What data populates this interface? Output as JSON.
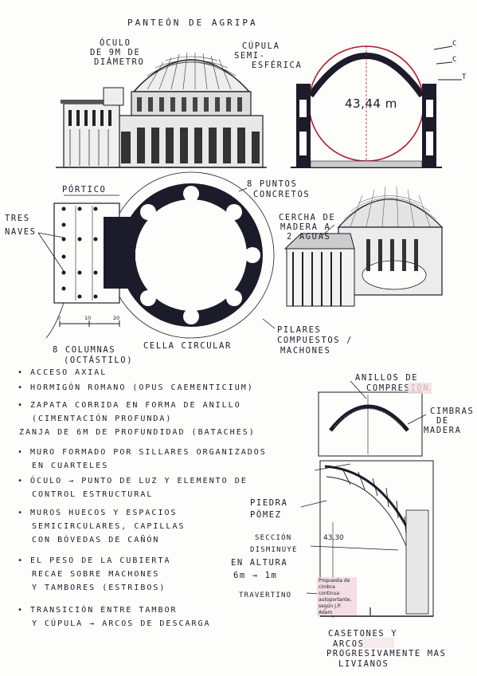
{
  "title": "PANTEÓN DE AGRIPA",
  "top_labels": {
    "oculo": [
      "ÓCULO",
      "DE 9m DE",
      "DIÁMETRO"
    ],
    "cupula": [
      "CÚPULA",
      "SEMI-",
      "ESFÉRICA"
    ],
    "diameter": "43,44 m",
    "letters": [
      "C",
      "C",
      "T"
    ]
  },
  "middle_labels": {
    "portico": "PÓRTICO",
    "tres_naves": [
      "TRES",
      "NAVES"
    ],
    "puntos": [
      "8 PUNTOS",
      "CONCRETOS"
    ],
    "cercha": [
      "CERCHA DE",
      "MADERA A",
      "2 AGUAS"
    ],
    "columnas": [
      "8 COLUMNAS",
      "(OCTÁSTILO)"
    ],
    "cella": "CELLA CIRCULAR",
    "pilares": [
      "PILARES",
      "COMPUESTOS /",
      "MACHONES"
    ],
    "scale": [
      "0",
      "10",
      "20"
    ]
  },
  "notes": [
    [
      "• ACCESO AXIAL"
    ],
    [
      "• HORMIGÓN ROMANO (OPUS CAEMENTICIUM)"
    ],
    [
      "• ZAPATA CORRIDA EN FORMA DE ANILLO",
      "(CIMENTACIÓN PROFUNDA)",
      "ZANJA DE 6M DE PROFUNDIDAD (BATACHES)"
    ],
    [
      "• MURO FORMADO POR SILLARES ORGANIZADOS",
      "EN CUARTELES"
    ],
    [
      "• ÓCULO → PUNTO DE LUZ Y ELEMENTO DE",
      "CONTROL ESTRUCTURAL"
    ],
    [
      "• MUROS HUECOS Y ESPACIOS",
      "SEMICIRCULARES, CAPILLAS",
      "CON BÓVEDAS DE CAÑÓN"
    ],
    [
      "• EL PESO DE LA CUBIERTA",
      "RECAE SOBRE MACHONES",
      "Y TAMBORES (ESTRIBOS)"
    ],
    [
      "• TRANSICIÓN ENTRE TAMBOR",
      "Y CÚPULA → ARCOS DE DESCARGA"
    ]
  ],
  "right_labels": {
    "anillos": [
      "ANILLOS DE",
      "COMPRESIÓN"
    ],
    "cimbras": [
      "CIMBRAS",
      "DE",
      "MADERA"
    ],
    "piedra": [
      "PIEDRA",
      "PÓMEZ"
    ],
    "seccion": [
      "SECCIÓN",
      "DISMINUYE",
      "EN ALTURA",
      "6m → 1m"
    ],
    "travertino": "TRAVERTINO",
    "height": "43,30",
    "propuesta": [
      "Propuesta de",
      "cimbra",
      "continua",
      "autoportante,",
      "según J.P.",
      "Adam"
    ],
    "casetones": [
      "CASETONES Y",
      "ARCOS",
      "PROGRESIVAMENTE MAS",
      "LIVIANOS"
    ]
  },
  "colors": {
    "ink": "#1b1b2a",
    "red": "#b0182b",
    "pink": "#f4dde3"
  }
}
